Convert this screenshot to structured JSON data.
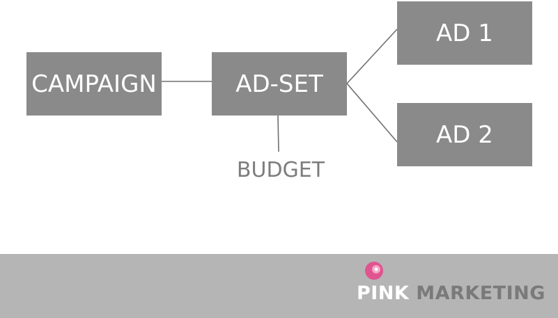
{
  "diagram": {
    "nodes": {
      "campaign": "CAMPAIGN",
      "adset": "AD-SET",
      "ad1": "AD 1",
      "ad2": "AD 2"
    },
    "annotation": "BUDGET"
  },
  "footer": {
    "logo_word_1": "PINK",
    "logo_word_2": "MARKETING"
  },
  "colors": {
    "node_fill": "#8a8a8a",
    "node_text": "#ffffff",
    "connector": "#707070",
    "annotation_text": "#7d7d7d",
    "footer_bg": "#b5b5b5",
    "logo_accent": "#e0548f",
    "logo_dark": "#7a7a7a"
  }
}
